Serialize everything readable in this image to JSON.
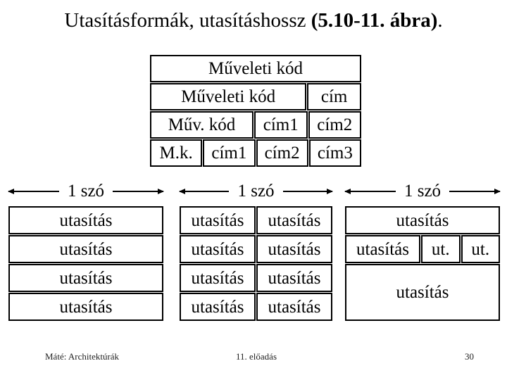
{
  "slide": {
    "title": {
      "prefix": "Utasításformák, utasításhossz ",
      "figure_ref": "(5.10-11. ábra)",
      "suffix": "."
    }
  },
  "format_table": {
    "rows": [
      {
        "cells": [
          {
            "label": "Műveleti kód"
          }
        ]
      },
      {
        "cells": [
          {
            "label": "Műveleti kód"
          },
          {
            "label": "cím"
          }
        ]
      },
      {
        "cells": [
          {
            "label": "Műv. kód"
          },
          {
            "label": "cím1"
          },
          {
            "label": "cím2"
          }
        ]
      },
      {
        "cells": [
          {
            "label": "M.k."
          },
          {
            "label": "cím1"
          },
          {
            "label": "cím2"
          },
          {
            "label": "cím3"
          }
        ]
      }
    ]
  },
  "sections": [
    {
      "word_label": "1 szó",
      "rows": [
        [
          "utasítás"
        ],
        [
          "utasítás"
        ],
        [
          "utasítás"
        ],
        [
          "utasítás"
        ]
      ]
    },
    {
      "word_label": "1 szó",
      "rows": [
        [
          "utasítás",
          "utasítás"
        ],
        [
          "utasítás",
          "utasítás"
        ],
        [
          "utasítás",
          "utasítás"
        ],
        [
          "utasítás",
          "utasítás"
        ]
      ]
    },
    {
      "word_label": "1 szó",
      "rows": [
        [
          "utasítás"
        ],
        [
          "utasítás",
          "ut.",
          "ut."
        ],
        [
          "utasítás"
        ]
      ]
    }
  ],
  "footer": {
    "author": "Máté: Architektúrák",
    "lecture": "11. előadás",
    "page": "30"
  }
}
